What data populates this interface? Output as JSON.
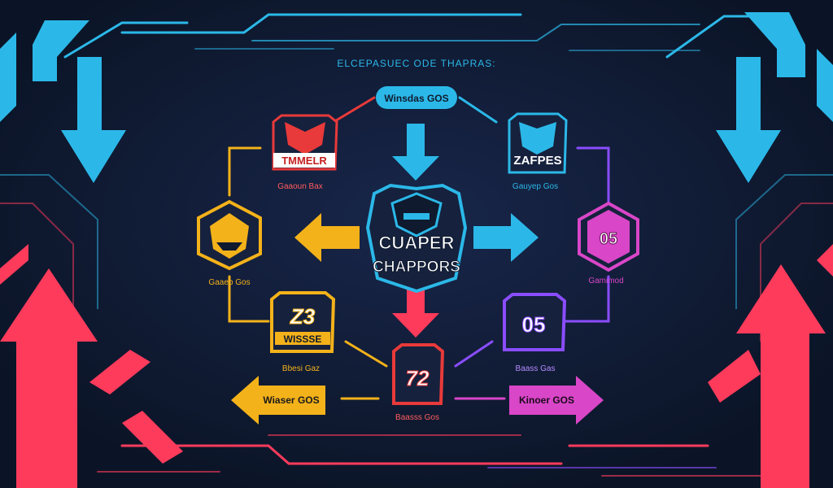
{
  "header_text": "ELCEPASUEC ODE THAPRAS:",
  "colors": {
    "background": "#0f1a2e",
    "cyan": "#2bb8e8",
    "pink": "#ff3b5c",
    "orange": "#f4b21a",
    "purple": "#8a4dff",
    "magenta": "#d946c8",
    "red": "#e83a3a"
  },
  "center_logo": {
    "line1": "CUAPER",
    "line2": "CHAPPORS"
  },
  "top_pill": {
    "label": "Winsdas GOS"
  },
  "bottom_left_pill": {
    "label": "Wiaser GOS"
  },
  "bottom_right_pill": {
    "label": "Kinoer GOS"
  },
  "teams": {
    "tl": {
      "badge": "TMMELR",
      "caption": "Gaaoun Bax"
    },
    "tr": {
      "badge": "ZAFPES",
      "caption": "Gauyep Gos"
    },
    "l": {
      "badge": "",
      "caption": "Gaaeb Gos"
    },
    "r": {
      "badge": "05",
      "caption": "Gamimod"
    },
    "bl": {
      "badge_line1": "Z3",
      "badge_line2": "WISSSE",
      "caption": "Bbesi Gaz"
    },
    "br": {
      "badge": "05",
      "caption": "Baass Gas"
    },
    "b": {
      "badge": "72",
      "caption": "Baasss Gos"
    }
  }
}
